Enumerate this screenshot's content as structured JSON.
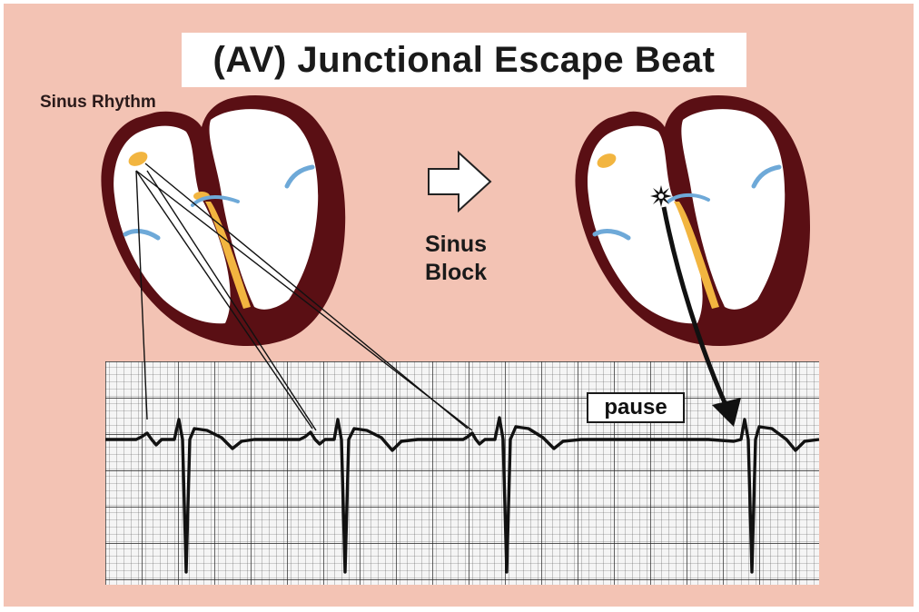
{
  "title": "(AV) Junctional Escape Beat",
  "labels": {
    "sinus_rhythm": "Sinus Rhythm",
    "sinus_block_line1": "Sinus",
    "sinus_block_line2": "Block",
    "pause": "pause"
  },
  "colors": {
    "background": "#f3c3b4",
    "heart_wall": "#5a0f14",
    "heart_interior": "#ffffff",
    "node": "#f2b540",
    "valve": "#6ea9d8",
    "ecg_grid": "#2b2b2b",
    "ecg_trace": "#111111"
  }
}
